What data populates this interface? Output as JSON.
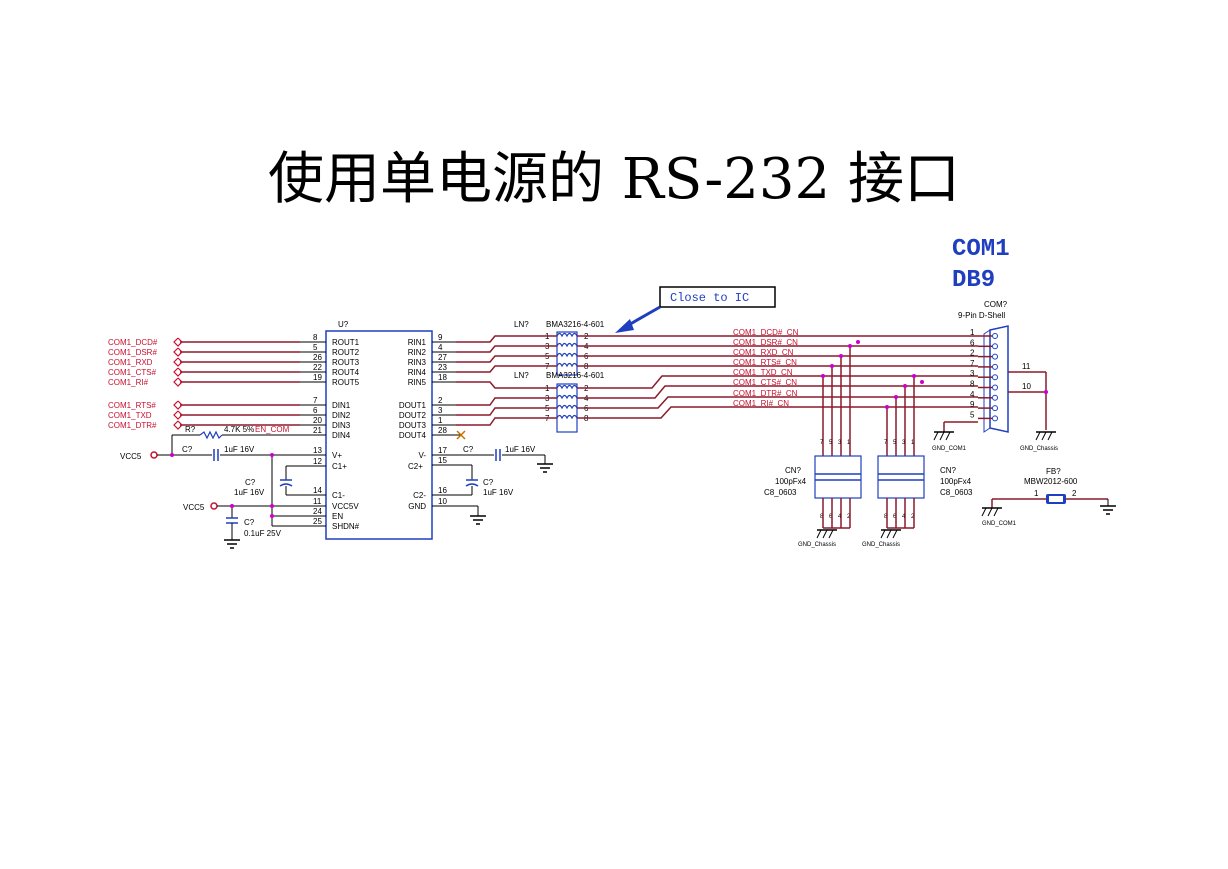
{
  "title": "使用单电源的 RS-232 接口",
  "colors": {
    "net": "#8b1a2a",
    "label": "#c8102e",
    "wire": "#000000",
    "comp": "#1f3fbf",
    "note": "#1f3fbf",
    "junction": "#cc00cc"
  },
  "icons": [
    "ground-icon",
    "chassis-ground-icon",
    "resistor-icon",
    "capacitor-icon",
    "arrow-icon",
    "no-connect-icon",
    "db9-connector-icon",
    "ferrite-bead-icon"
  ],
  "ic": {
    "ref": "U?",
    "left_pins": [
      {
        "num": "8",
        "name": "ROUT1"
      },
      {
        "num": "5",
        "name": "ROUT2"
      },
      {
        "num": "26",
        "name": "ROUT3"
      },
      {
        "num": "22",
        "name": "ROUT4"
      },
      {
        "num": "19",
        "name": "ROUT5"
      },
      {
        "num": "7",
        "name": "DIN1"
      },
      {
        "num": "6",
        "name": "DIN2"
      },
      {
        "num": "20",
        "name": "DIN3"
      },
      {
        "num": "21",
        "name": "DIN4"
      },
      {
        "num": "13",
        "name": "V+"
      },
      {
        "num": "12",
        "name": "C1+"
      },
      {
        "num": "14",
        "name": "C1-"
      },
      {
        "num": "11",
        "name": "VCC5V"
      },
      {
        "num": "24",
        "name": "EN"
      },
      {
        "num": "25",
        "name": "SHDN#"
      }
    ],
    "right_pins": [
      {
        "num": "9",
        "name": "RIN1"
      },
      {
        "num": "4",
        "name": "RIN2"
      },
      {
        "num": "27",
        "name": "RIN3"
      },
      {
        "num": "23",
        "name": "RIN4"
      },
      {
        "num": "18",
        "name": "RIN5"
      },
      {
        "num": "2",
        "name": "DOUT1"
      },
      {
        "num": "3",
        "name": "DOUT2"
      },
      {
        "num": "1",
        "name": "DOUT3"
      },
      {
        "num": "28",
        "name": "DOUT4"
      },
      {
        "num": "17",
        "name": "V-"
      },
      {
        "num": "15",
        "name": ""
      },
      {
        "num": "16",
        "name": "C2-"
      },
      {
        "num": "10",
        "name": "GND"
      }
    ],
    "c2plus": "C2+"
  },
  "nets_left": [
    "COM1_DCD#",
    "COM1_DSR#",
    "COM1_RXD",
    "COM1_CTS#",
    "COM1_RI#",
    "COM1_RTS#",
    "COM1_TXD",
    "COM1_DTR#"
  ],
  "nets_right": [
    "COM1_DCD#_CN",
    "COM1_DSR#_CN",
    "COM1_RXD_CN",
    "COM1_RTS#_CN",
    "COM1_TXD_CN",
    "COM1_CTS#_CN",
    "COM1_DTR#_CN",
    "COM1_RI#_CN"
  ],
  "en_com": "EN_COM",
  "resistor": {
    "ref": "R?",
    "value": "4.7K 5%"
  },
  "caps": {
    "c_vplus": {
      "ref": "C?",
      "value": "1uF 16V"
    },
    "c_c1": {
      "ref": "C?",
      "value": "1uF 16V"
    },
    "c_vcc": {
      "ref": "C?",
      "value": "0.1uF 25V"
    },
    "c_vminus": {
      "ref": "C?",
      "value": "1uF 16V"
    },
    "c_c2": {
      "ref": "C?",
      "value": "1uF 16V"
    }
  },
  "vcc_label": "VCC5",
  "ln1": {
    "ref": "LN?",
    "part": "BMA3216-4-601"
  },
  "ln2": {
    "ref": "LN?",
    "part": "BMA3216-4-601"
  },
  "ln_pins_left": [
    "1",
    "3",
    "5",
    "7"
  ],
  "ln_pins_right": [
    "2",
    "4",
    "6",
    "8"
  ],
  "note": "Close to IC",
  "connector": {
    "heading1": "COM1",
    "heading2": "DB9",
    "ref": "COM?",
    "desc": "9-Pin D-Shell",
    "pins": [
      "1",
      "6",
      "2",
      "7",
      "3",
      "8",
      "4",
      "9",
      "5"
    ],
    "shell_pins": [
      "11",
      "10"
    ]
  },
  "cn1": {
    "ref": "CN?",
    "value": "100pFx4",
    "pkg": "C8_0603"
  },
  "cn2": {
    "ref": "CN?",
    "value": "100pFx4",
    "pkg": "C8_0603"
  },
  "cn_pins_top": [
    "7",
    "5",
    "3",
    "1"
  ],
  "cn_pins_bot": [
    "8",
    "6",
    "4",
    "2"
  ],
  "fb": {
    "ref": "FB?",
    "part": "MBW2012-600",
    "pin1": "1",
    "pin2": "2"
  },
  "grounds": {
    "gnd_com1": "GND_COM1",
    "gnd_chassis": "GND_Chassis"
  }
}
